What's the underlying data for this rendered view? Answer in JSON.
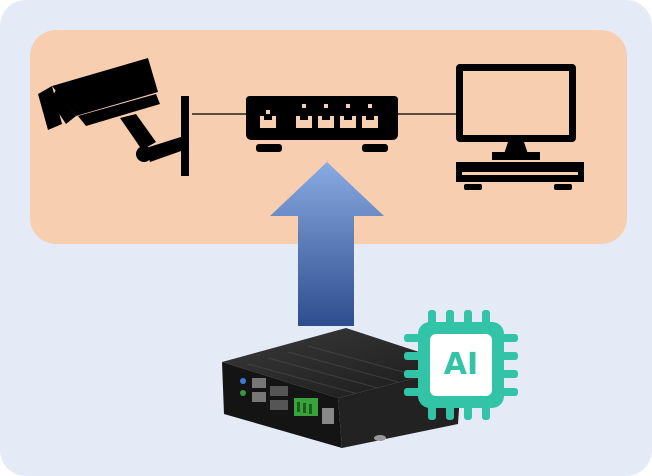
{
  "diagram": {
    "ai_chip_label": "AI",
    "nodes": [
      {
        "id": "camera",
        "icon": "cctv-camera-icon"
      },
      {
        "id": "switch",
        "icon": "network-switch-icon"
      },
      {
        "id": "nvr",
        "icon": "monitor-nvr-icon"
      },
      {
        "id": "edge_box",
        "icon": "ai-edge-computer-icon"
      },
      {
        "id": "ai_chip",
        "icon": "ai-chip-icon"
      }
    ],
    "colors": {
      "background": "#e4eaf6",
      "panel": "#f7cfb0",
      "icon": "#000000",
      "arrow_top": "#8aaae2",
      "arrow_bottom": "#2d4d8e",
      "chip": "#33c4a8",
      "chip_text": "#33c4a8"
    }
  }
}
